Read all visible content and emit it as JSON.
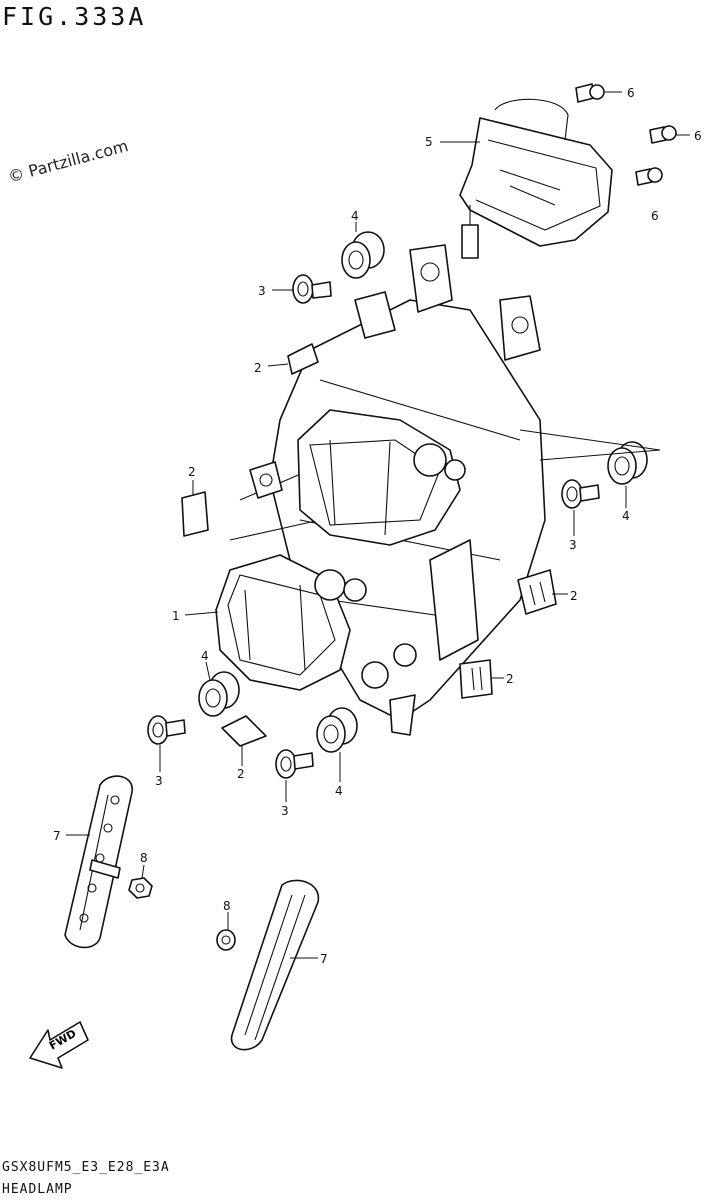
{
  "figure": {
    "title": "FIG.333A",
    "watermark": "© Partzilla.com",
    "footer_code": "GSX8UFM5_E3_E28_E3A",
    "footer_name": "HEADLAMP",
    "fwd_label": "FWD"
  },
  "callouts": [
    {
      "id": "c1",
      "label": "1"
    },
    {
      "id": "c2a",
      "label": "2"
    },
    {
      "id": "c2b",
      "label": "2"
    },
    {
      "id": "c2c",
      "label": "2"
    },
    {
      "id": "c2d",
      "label": "2"
    },
    {
      "id": "c2e",
      "label": "2"
    },
    {
      "id": "c3a",
      "label": "3"
    },
    {
      "id": "c3b",
      "label": "3"
    },
    {
      "id": "c3c",
      "label": "3"
    },
    {
      "id": "c3d",
      "label": "3"
    },
    {
      "id": "c4a",
      "label": "4"
    },
    {
      "id": "c4b",
      "label": "4"
    },
    {
      "id": "c4c",
      "label": "4"
    },
    {
      "id": "c4d",
      "label": "4"
    },
    {
      "id": "c5",
      "label": "5"
    },
    {
      "id": "c6a",
      "label": "6"
    },
    {
      "id": "c6b",
      "label": "6"
    },
    {
      "id": "c6c",
      "label": "6"
    },
    {
      "id": "c7a",
      "label": "7"
    },
    {
      "id": "c7b",
      "label": "7"
    },
    {
      "id": "c8a",
      "label": "8"
    },
    {
      "id": "c8b",
      "label": "8"
    }
  ]
}
